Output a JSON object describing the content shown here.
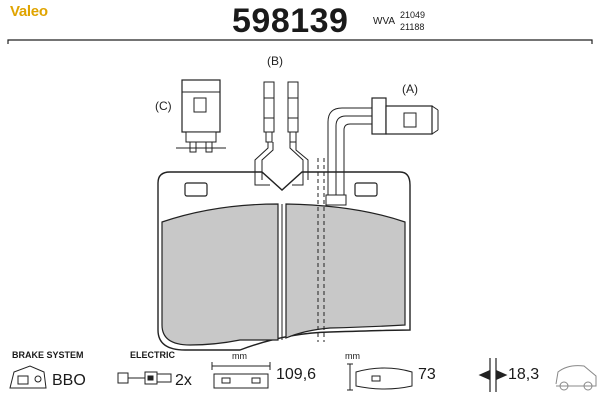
{
  "header": {
    "brand": "Valeo",
    "part_number": "598139",
    "wva_label": "WVA",
    "wva_numbers": [
      "21049",
      "21188"
    ]
  },
  "drawing": {
    "callouts": {
      "a": "(A)",
      "b": "(B)",
      "c": "(C)"
    }
  },
  "footer": {
    "brake_system": {
      "label": "BRAKE SYSTEM",
      "value": "BBO"
    },
    "electric": {
      "label": "ELECTRIC",
      "value": "2x"
    },
    "width": {
      "unit": "mm",
      "value": "109,6"
    },
    "height": {
      "unit": "mm",
      "value": "73"
    },
    "thickness": {
      "value": "18,3"
    }
  },
  "colors": {
    "brand": "#e0a400",
    "friction_fill": "#c8c8c8",
    "line": "#222222"
  }
}
